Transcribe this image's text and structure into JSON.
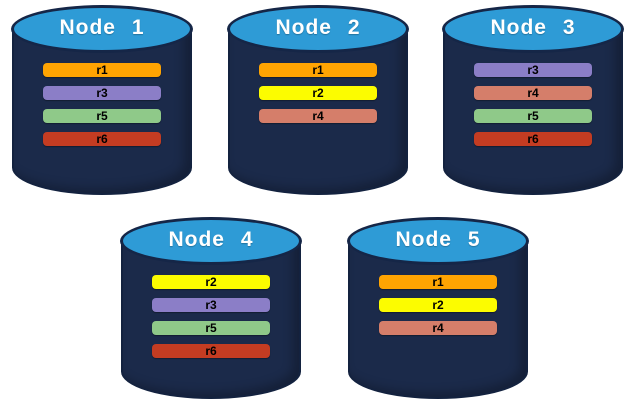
{
  "diagram": {
    "description": "Five database node cylinders showing replica placement",
    "colors": {
      "cap_blue": "#2E9BD6",
      "body_navy": "#1B2A4A",
      "outline_navy": "#152647",
      "replica_r1_orange": "#FFA402",
      "replica_r2_yellow": "#FCFC00",
      "replica_r3_purple": "#8B7EC7",
      "replica_r4_salmon": "#D57E6A",
      "replica_r5_green": "#8FC989",
      "replica_r6_red": "#C43C22"
    },
    "nodes": [
      {
        "label": "Node 1",
        "replicas": [
          {
            "label": "r1",
            "color": "#FFA402"
          },
          {
            "label": "r3",
            "color": "#8B7EC7"
          },
          {
            "label": "r5",
            "color": "#8FC989"
          },
          {
            "label": "r6",
            "color": "#C43C22"
          }
        ]
      },
      {
        "label": "Node 2",
        "replicas": [
          {
            "label": "r1",
            "color": "#FFA402"
          },
          {
            "label": "r2",
            "color": "#FCFC00"
          },
          {
            "label": "r4",
            "color": "#D57E6A"
          }
        ]
      },
      {
        "label": "Node 3",
        "replicas": [
          {
            "label": "r3",
            "color": "#8B7EC7"
          },
          {
            "label": "r4",
            "color": "#D57E6A"
          },
          {
            "label": "r5",
            "color": "#8FC989"
          },
          {
            "label": "r6",
            "color": "#C43C22"
          }
        ]
      },
      {
        "label": "Node 4",
        "replicas": [
          {
            "label": "r2",
            "color": "#FCFC00"
          },
          {
            "label": "r3",
            "color": "#8B7EC7"
          },
          {
            "label": "r5",
            "color": "#8FC989"
          },
          {
            "label": "r6",
            "color": "#C43C22"
          }
        ]
      },
      {
        "label": "Node 5",
        "replicas": [
          {
            "label": "r1",
            "color": "#FFA402"
          },
          {
            "label": "r2",
            "color": "#FCFC00"
          },
          {
            "label": "r4",
            "color": "#D57E6A"
          }
        ]
      }
    ]
  }
}
